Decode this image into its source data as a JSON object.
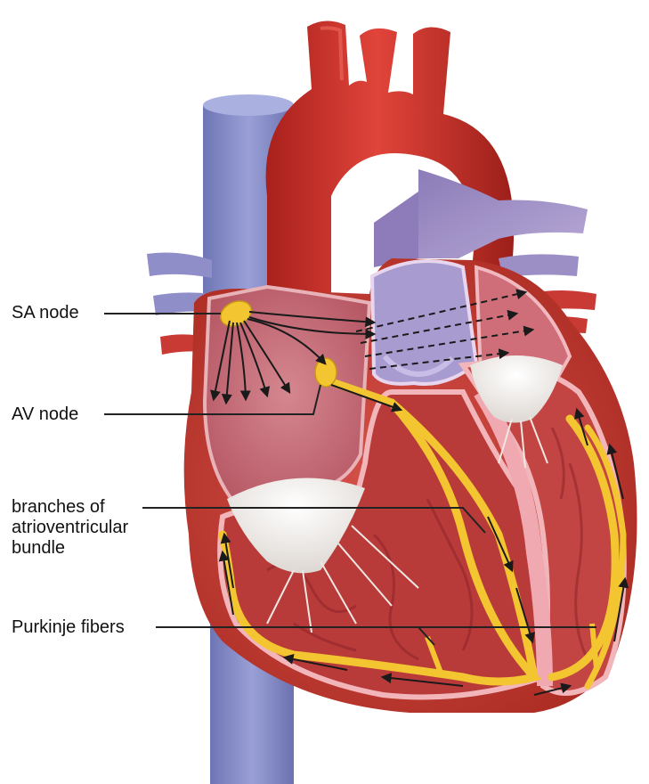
{
  "labels": {
    "sa_node": "SA node",
    "av_node": "AV node",
    "branches": [
      "branches of",
      "atrioventricular",
      "bundle"
    ],
    "purkinje": "Purkinje fibers"
  },
  "colors": {
    "aorta": "#d8352e",
    "vena_cava": "#7f86c4",
    "pulmonary": "#9a86c0",
    "myocardium": "#c8423c",
    "chamber_pink": "#e8a0a6",
    "conduction_yellow": "#f2c531",
    "valve_white": "#eeeae6"
  }
}
